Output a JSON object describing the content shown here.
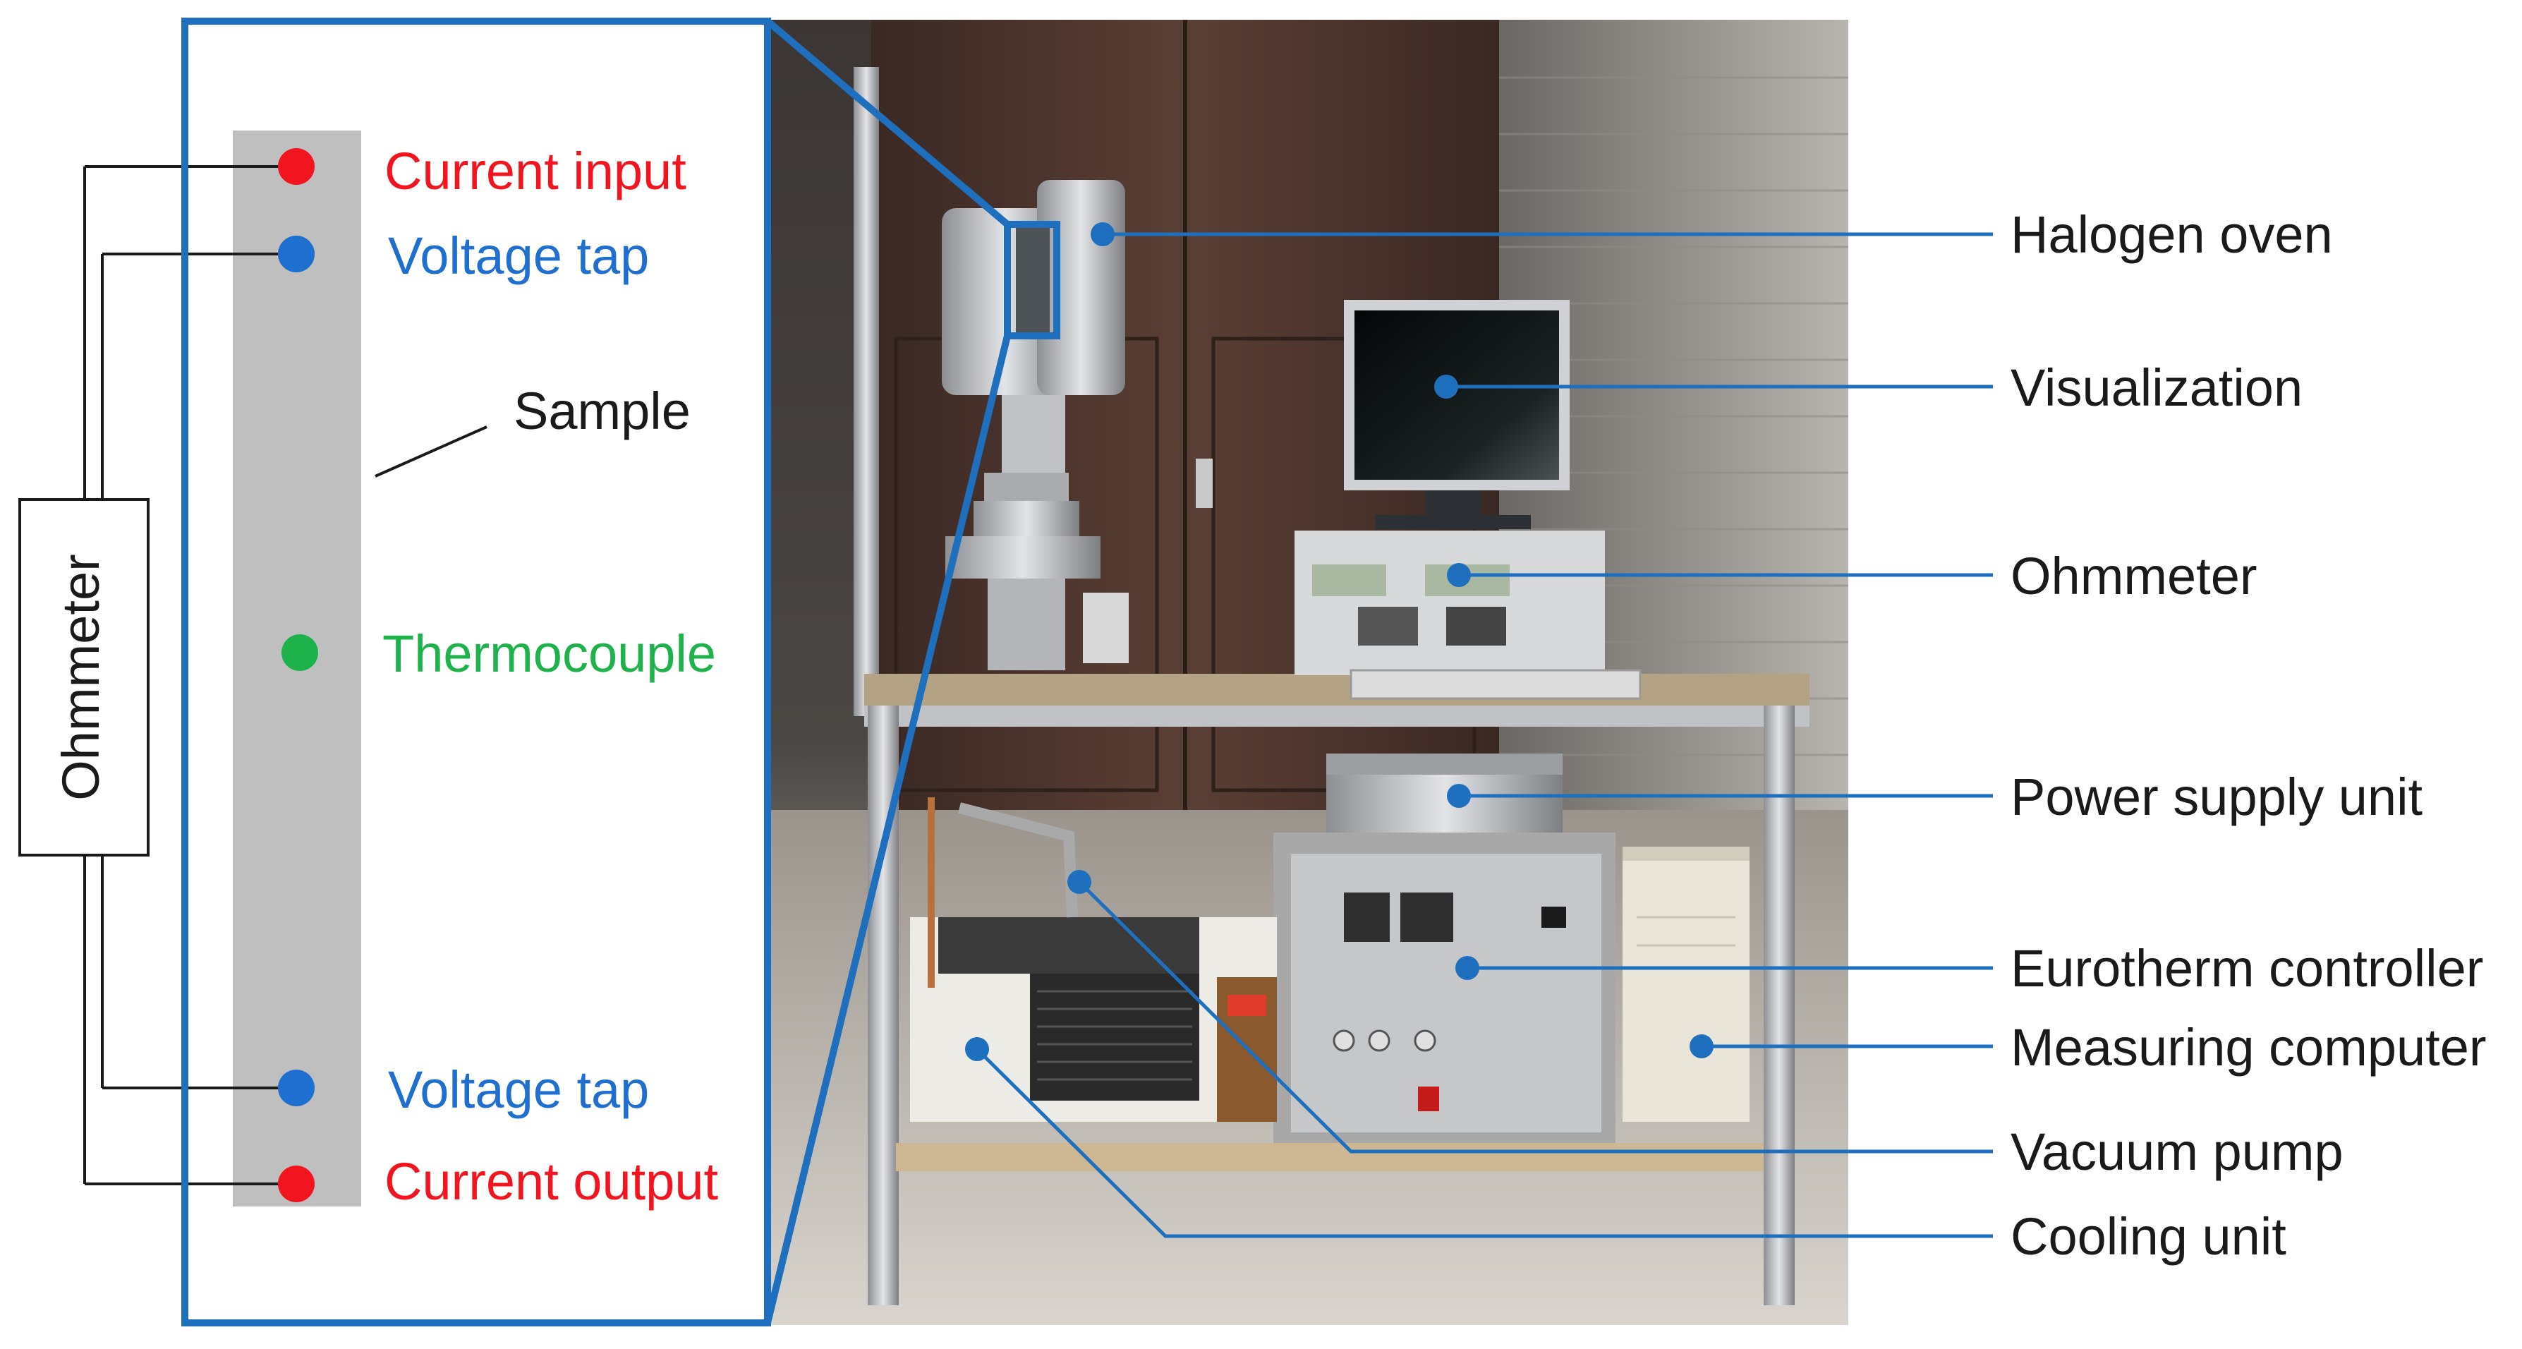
{
  "colors": {
    "frame_blue": "#1f6fbf",
    "leader_blue": "#1f6fbf",
    "current_red": "#f2141e",
    "voltage_blue": "#1f6fd1",
    "thermo_green": "#1db34a",
    "sample_gray": "#bfbfbf",
    "text_dark": "#1a1a1a"
  },
  "schematic": {
    "current_input": "Current input",
    "voltage_tap_top": "Voltage tap",
    "sample": "Sample",
    "thermocouple": "Thermocouple",
    "voltage_tap_bottom": "Voltage tap",
    "current_output": "Current output",
    "ohmmeter": "Ohmmeter"
  },
  "photo_labels": [
    "Halogen oven",
    "Visualization",
    "Ohmmeter",
    "Power supply unit",
    "Eurotherm controller",
    "Measuring computer",
    "Vacuum pump",
    "Cooling unit"
  ]
}
